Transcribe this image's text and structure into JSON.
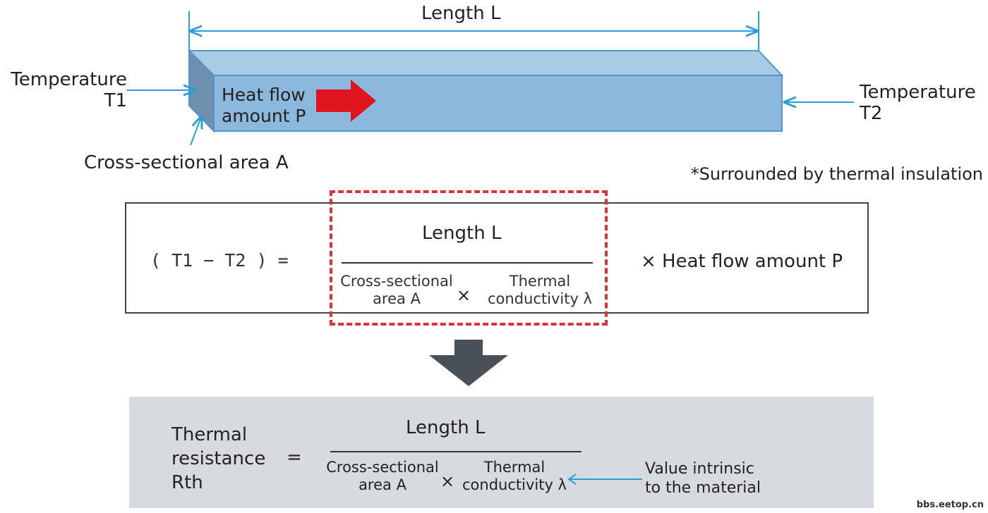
{
  "diagram": {
    "length_label": "Length L",
    "temp1_line1": "Temperature",
    "temp1_line2": "T1",
    "temp2_line1": "Temperature",
    "temp2_line2": "T2",
    "heat_flow_line1": "Heat flow",
    "heat_flow_line2": "amount P",
    "cross_section_label": "Cross-sectional area A",
    "insulation_note": "*Surrounded by thermal insulation"
  },
  "formula": {
    "lhs": "( T1 − T2 ) =",
    "numerator": "Length L",
    "denom_left_line1": "Cross-sectional",
    "denom_left_line2": "area A",
    "times": "×",
    "denom_right_line1": "Thermal",
    "denom_right_line2": "conductivity λ",
    "rhs": "× Heat flow amount P"
  },
  "result": {
    "lhs_line1": "Thermal",
    "lhs_line2": "resistance",
    "lhs_line3": "Rth",
    "equals": "=",
    "numerator": "Length L",
    "denom_left_line1": "Cross-sectional",
    "denom_left_line2": "area A",
    "times": "×",
    "denom_right_line1": "Thermal",
    "denom_right_line2": "conductivity λ",
    "note_line1": "Value intrinsic",
    "note_line2": "to the material"
  },
  "watermark": "bbs.eetop.cn",
  "colors": {
    "bar_top": "#a9cbe6",
    "bar_front": "#8db8de",
    "bar_end": "#6f8fae",
    "bar_edge": "#4f95cf",
    "annotation": "#2a9fd8",
    "heat_arrow": "#e0141e",
    "highlight": "#e0313a",
    "result_bg": "#d7dbdf",
    "down_arrow": "#4a5058"
  }
}
